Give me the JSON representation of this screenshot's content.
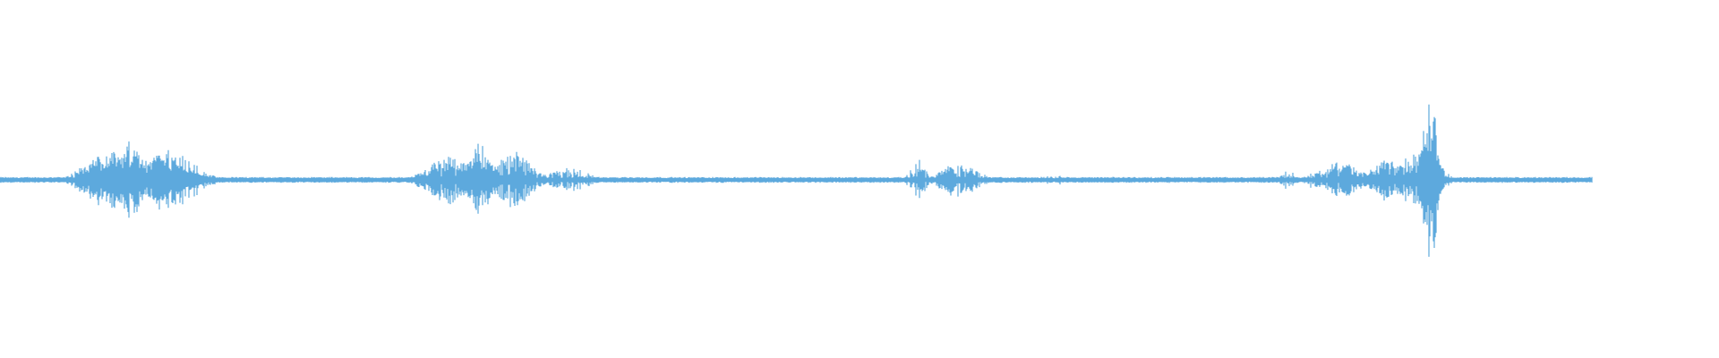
{
  "waveform": {
    "color": "#5DA9DD",
    "background": "#FFFFFF",
    "duration_fraction_shown": 0.926,
    "baseline_amplitude": 0.03,
    "bursts": [
      {
        "center": 0.0625,
        "spread": 0.012,
        "amplitude": 0.3,
        "density": 1.0
      },
      {
        "center": 0.0755,
        "spread": 0.006,
        "amplitude": 0.45,
        "density": 1.0
      },
      {
        "center": 0.0975,
        "spread": 0.014,
        "amplitude": 0.32,
        "density": 1.0
      },
      {
        "center": 0.262,
        "spread": 0.012,
        "amplitude": 0.25,
        "density": 0.9
      },
      {
        "center": 0.279,
        "spread": 0.007,
        "amplitude": 0.36,
        "density": 1.0
      },
      {
        "center": 0.299,
        "spread": 0.01,
        "amplitude": 0.3,
        "density": 0.9
      },
      {
        "center": 0.33,
        "spread": 0.012,
        "amplitude": 0.12,
        "density": 0.8
      },
      {
        "center": 0.534,
        "spread": 0.004,
        "amplitude": 0.22,
        "density": 0.7
      },
      {
        "center": 0.558,
        "spread": 0.01,
        "amplitude": 0.18,
        "density": 0.8
      },
      {
        "center": 0.61,
        "spread": 0.01,
        "amplitude": 0.06,
        "density": 0.5
      },
      {
        "center": 0.75,
        "spread": 0.004,
        "amplitude": 0.1,
        "density": 0.6
      },
      {
        "center": 0.764,
        "spread": 0.004,
        "amplitude": 0.09,
        "density": 0.6
      },
      {
        "center": 0.78,
        "spread": 0.01,
        "amplitude": 0.2,
        "density": 0.9
      },
      {
        "center": 0.808,
        "spread": 0.01,
        "amplitude": 0.22,
        "density": 0.9
      },
      {
        "center": 0.832,
        "spread": 0.004,
        "amplitude": 0.85,
        "density": 1.0
      },
      {
        "center": 0.825,
        "spread": 0.01,
        "amplitude": 0.3,
        "density": 0.9
      }
    ]
  }
}
